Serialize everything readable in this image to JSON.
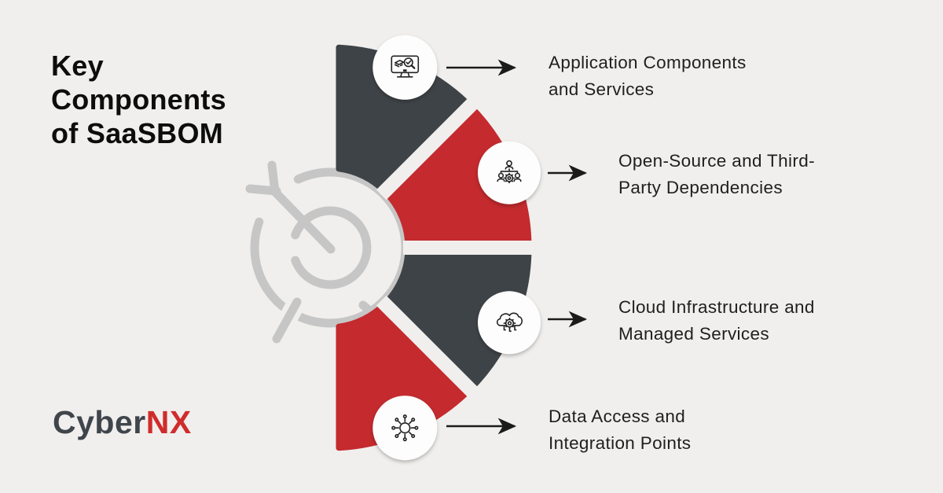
{
  "title": {
    "line1": "Key",
    "line2": "Components",
    "line3": "of SaaSBOM"
  },
  "brand": {
    "primary": "Cyber",
    "accent": "NX"
  },
  "colors": {
    "background": "#f0efed",
    "segment_dark": "#3e4347",
    "segment_red": "#c42a2e",
    "target_gray": "#c6c6c6",
    "icon_stroke": "#222222",
    "arrow": "#1b1b1b",
    "label_text": "#1f1f1f",
    "title_text": "#0d0d0d",
    "brand_primary": "#40454c",
    "brand_accent": "#d02c2c"
  },
  "diagram": {
    "type": "half-donut-4-segments",
    "segments": [
      {
        "color_role": "dark",
        "icon": "monitor-scan-icon",
        "label": "Application Components\nand Services"
      },
      {
        "color_role": "red",
        "icon": "team-gear-icon",
        "label": "Open-Source and Third-\nParty Dependencies"
      },
      {
        "color_role": "dark",
        "icon": "cloud-gear-icon",
        "label": "Cloud Infrastructure and\nManaged Services"
      },
      {
        "color_role": "red",
        "icon": "integration-hub-icon",
        "label": "Data Access and\nIntegration Points"
      }
    ]
  }
}
